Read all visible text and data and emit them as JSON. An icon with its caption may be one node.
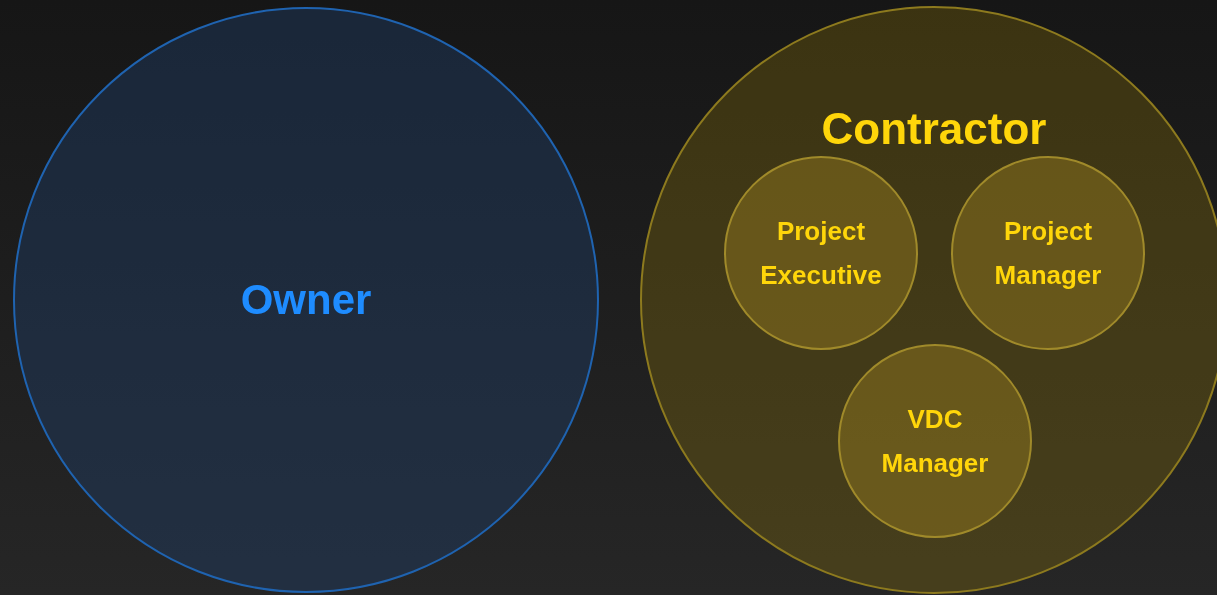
{
  "diagram": {
    "nodes": [
      {
        "text": [
          "Owner"
        ]
      },
      {
        "text": [
          "Contractor"
        ]
      },
      {
        "text": [
          "Project Executive"
        ],
        "in": 1
      },
      {
        "text": [
          "Project Manager"
        ],
        "in": 1
      },
      {
        "text": [
          "VDC Manager"
        ],
        "in": 1
      }
    ]
  }
}
